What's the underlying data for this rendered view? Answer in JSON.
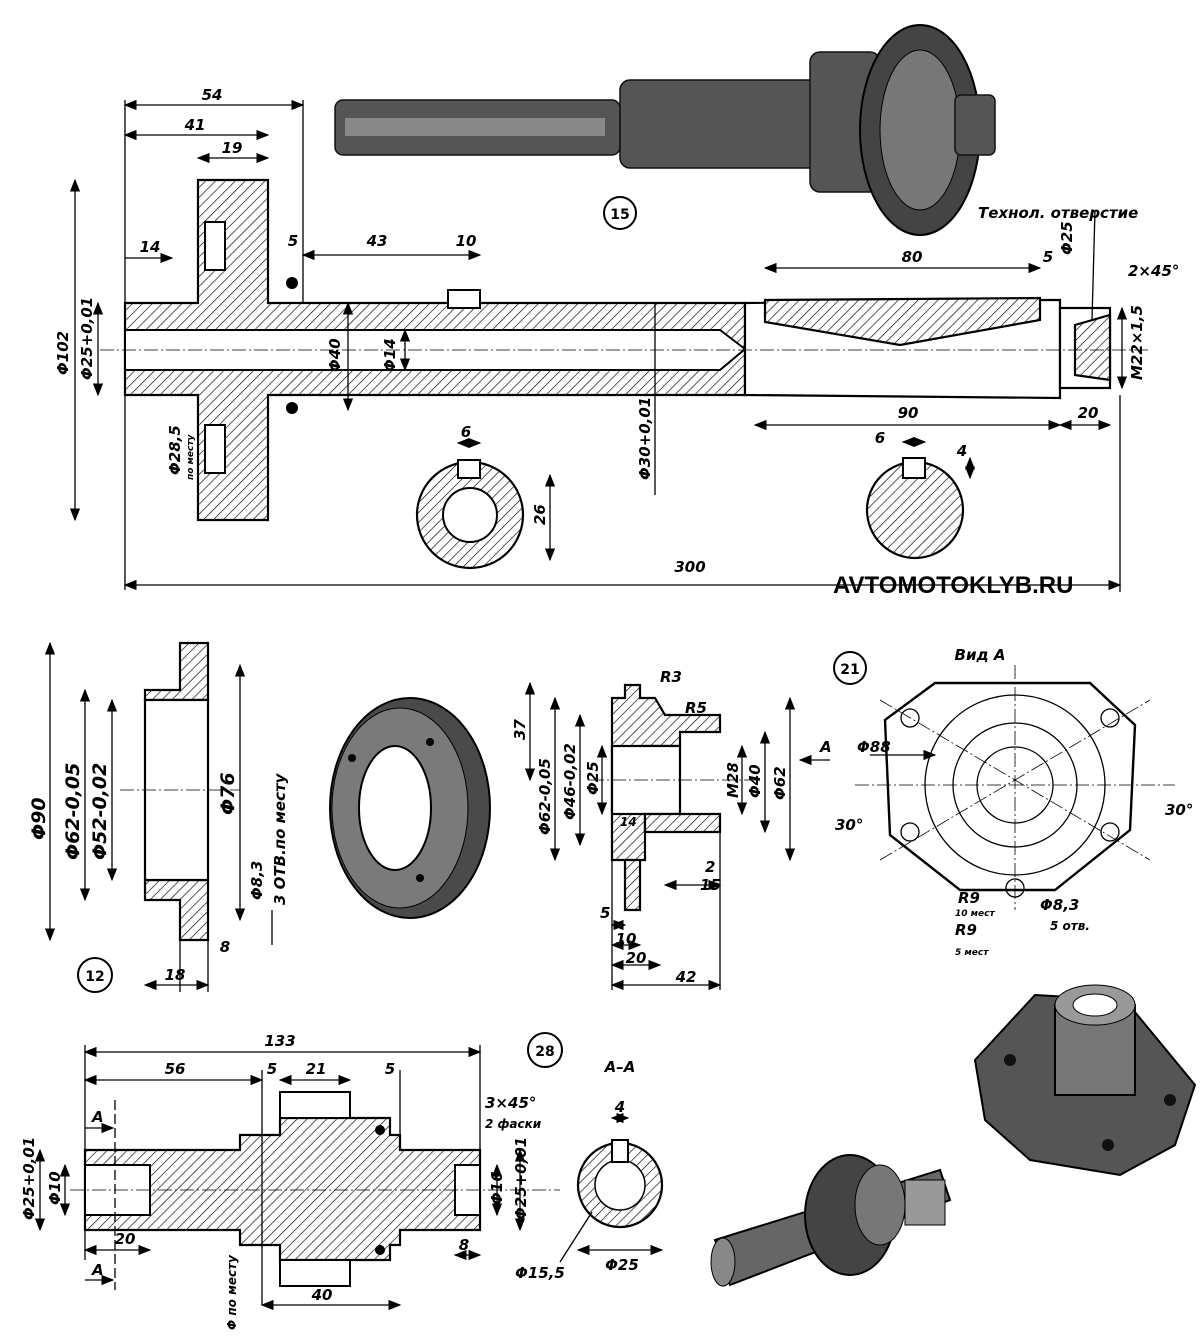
{
  "watermark": "AVTOMOTOKLYB.RU",
  "part15": {
    "number": "15",
    "note_tech_hole": "Технол. отверстие",
    "dims": {
      "d54": "54",
      "d41": "41",
      "d19": "19",
      "d14": "14",
      "d5a": "5",
      "d43": "43",
      "d10": "10",
      "d80": "80",
      "d5b": "5",
      "phi25": "Φ25",
      "chamfer": "2×45°",
      "phi102": "Φ102",
      "phi25tol": "Φ25+0,01",
      "phi40": "Φ40",
      "phi14": "Φ14",
      "m22": "M22×1,5",
      "d90": "90",
      "d20": "20",
      "phi28": "Φ28,5",
      "po_mestu": "по месту",
      "phi30": "Φ30+0,01",
      "k6a": "6",
      "k26": "26",
      "k6b": "6",
      "k4": "4",
      "d300": "300"
    }
  },
  "part12": {
    "number": "12",
    "dims": {
      "phi90": "Φ90",
      "phi62": "Φ62-0,05",
      "phi52": "Φ52-0,02",
      "phi76": "Φ76",
      "phi83": "Φ8,3",
      "holes": "3 ОТВ.по месту",
      "d8": "8",
      "d18": "18"
    }
  },
  "part21": {
    "number": "21",
    "view": "Вид А",
    "dims": {
      "r3": "R3",
      "r5": "R5",
      "d37": "37",
      "phi62": "Φ62-0,05",
      "phi46": "Φ46-0,02",
      "phi25": "Φ25",
      "m28": "M28",
      "phi40": "Φ40",
      "phi62b": "Φ62",
      "arrowA": "A",
      "d14": "14",
      "d2": "2",
      "d15": "15",
      "d5": "5",
      "d10": "10",
      "d20": "20",
      "d42": "42",
      "phi88": "Φ88",
      "ang30a": "30°",
      "ang30b": "30°",
      "r9a": "R9",
      "r9a_note": "10 мест",
      "r9b": "R9",
      "r9b_note": "5 мест",
      "phi83": "Φ8,3",
      "holes": "5 отв."
    }
  },
  "part28": {
    "number": "28",
    "section": "А–А",
    "dims": {
      "d133": "133",
      "d56": "56",
      "d5a": "5",
      "d21": "21",
      "d5b": "5",
      "chamfer": "3×45°",
      "chamfer_note": "2 фаски",
      "secA_top": "А",
      "secA_bot": "А",
      "phi25": "Φ25+0,01",
      "phi10": "Φ10",
      "phi16": "Φ16",
      "phi25b": "Φ25+0,01",
      "d20": "20",
      "phi_po_mestu": "Φ по месту",
      "d40": "40",
      "d8": "8",
      "k4": "4",
      "phi155": "Φ15,5",
      "phi25c": "Φ25"
    }
  }
}
